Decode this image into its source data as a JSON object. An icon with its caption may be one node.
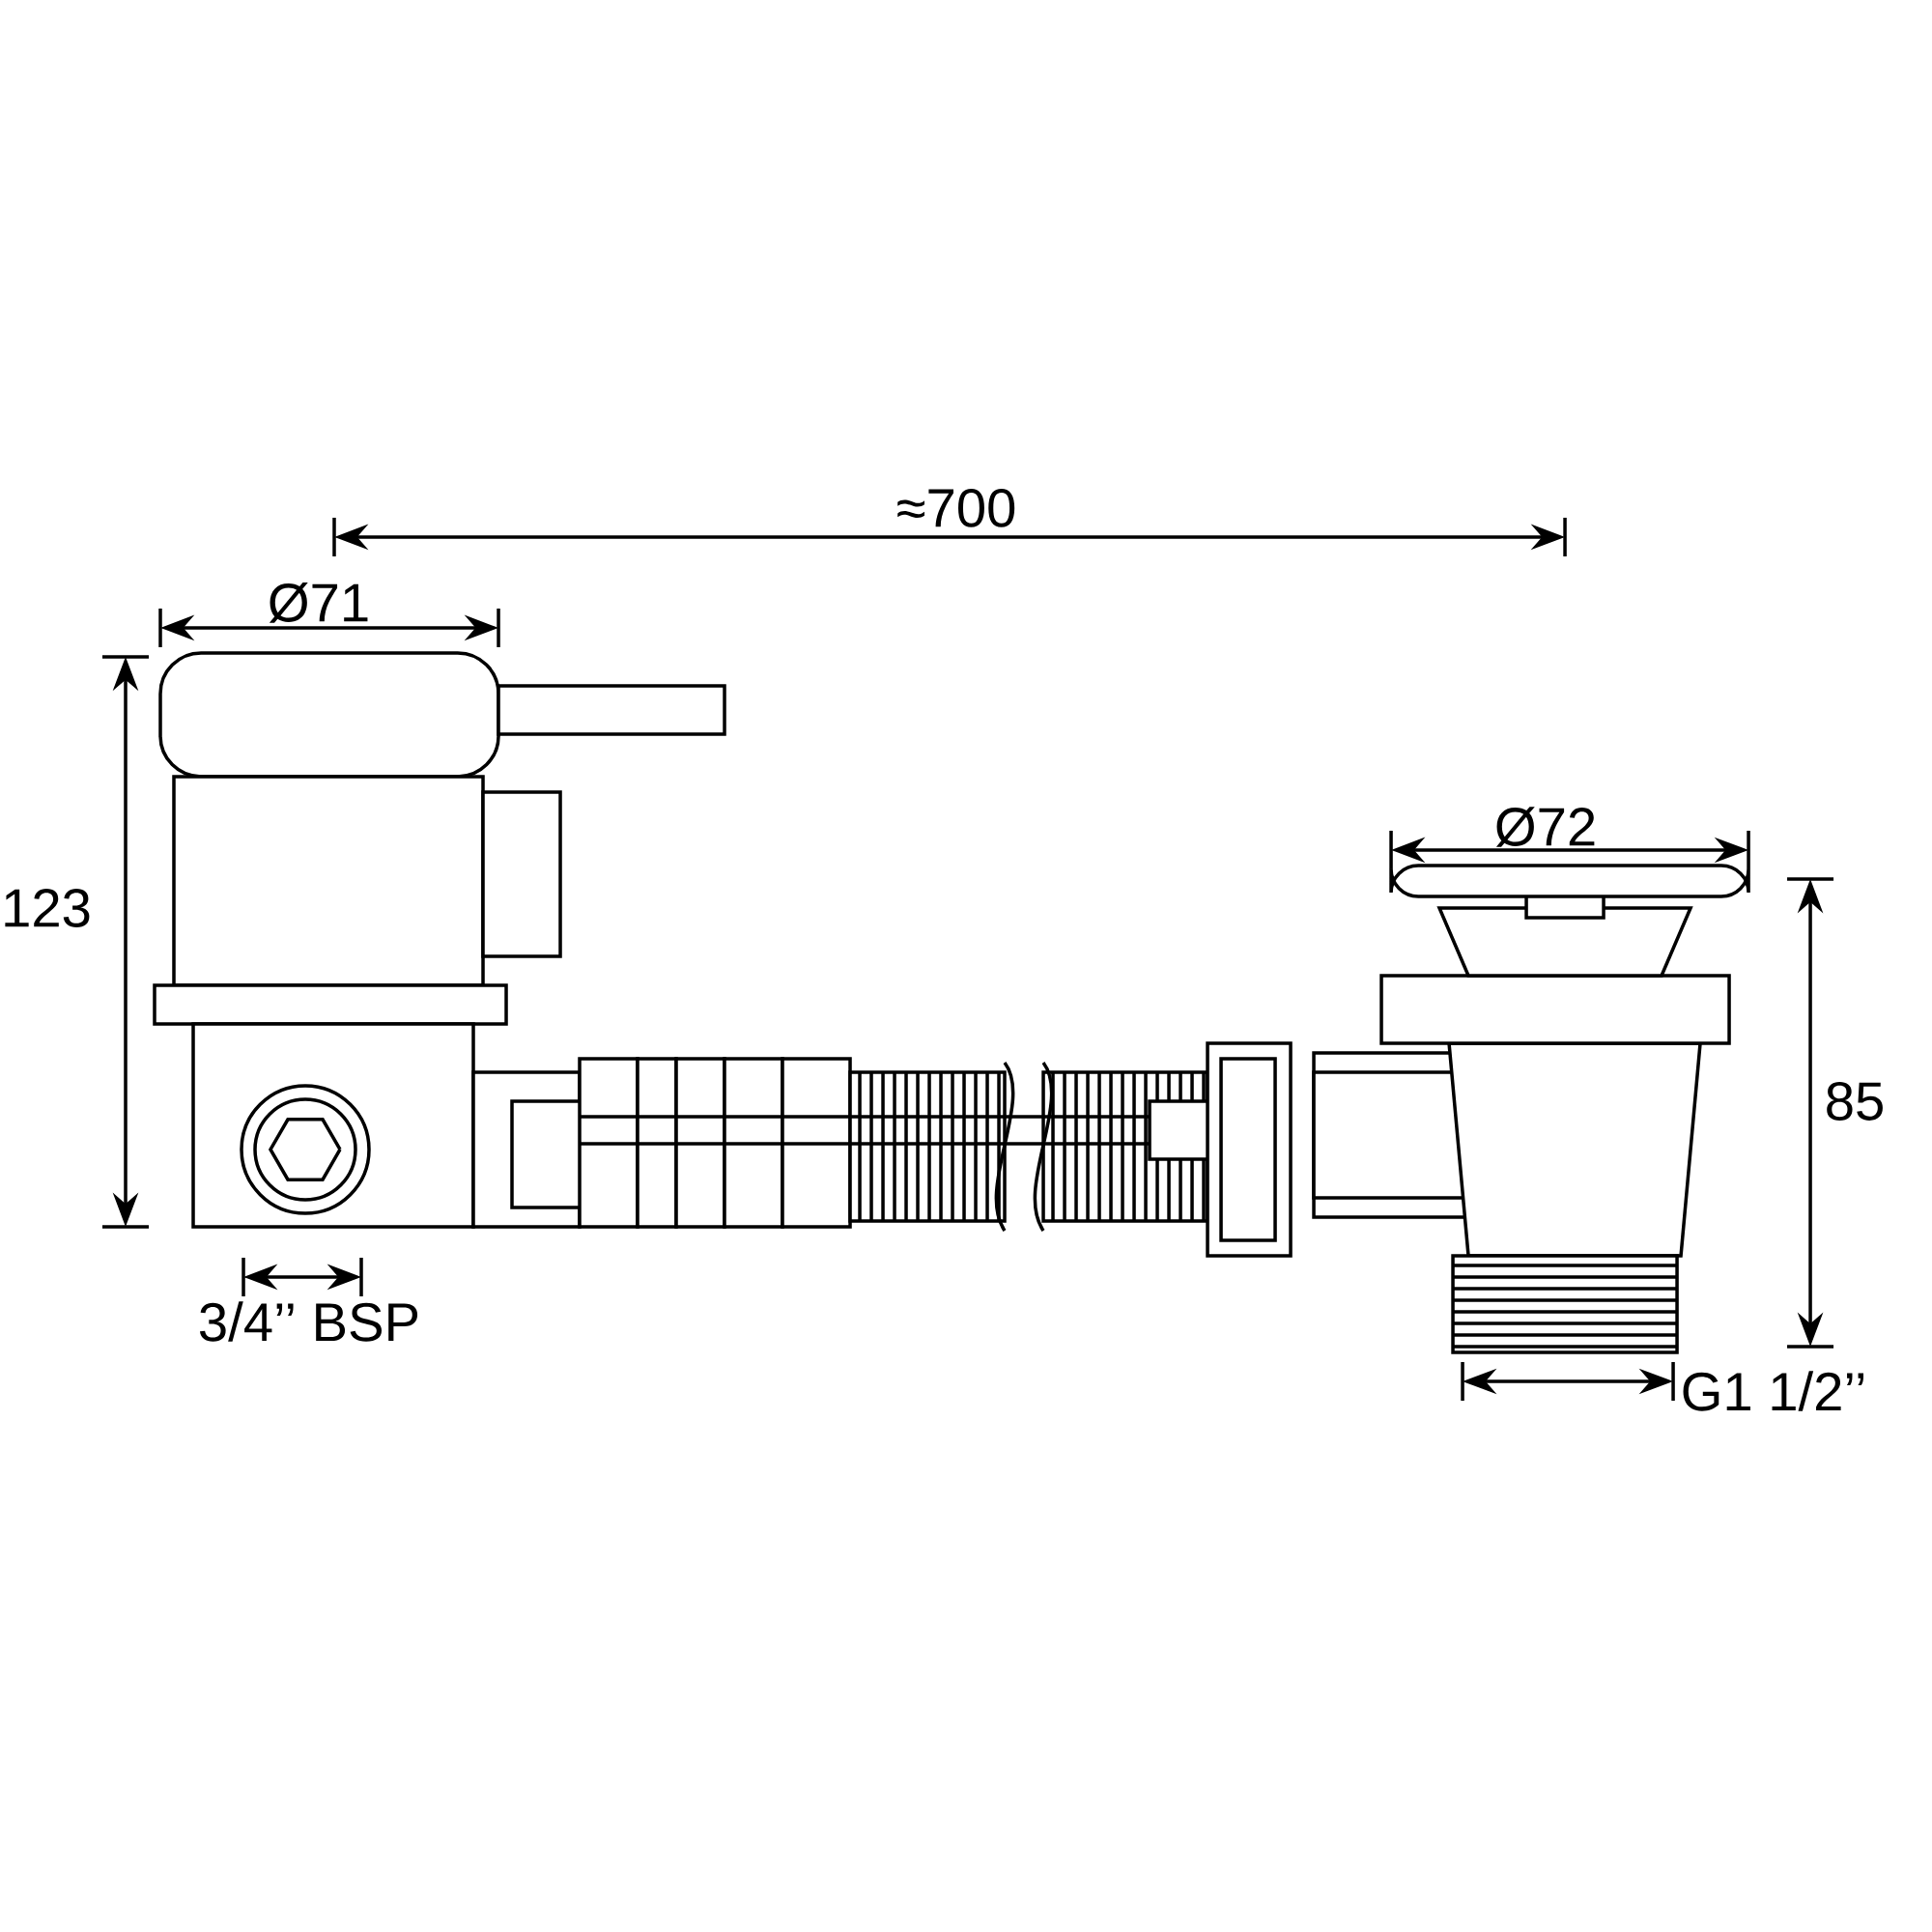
{
  "diagram": {
    "labels": [
      "≈700",
      "Ø71",
      "123",
      "Ø72",
      "85",
      "3/4’’ BSP",
      "G1 1/2’’"
    ]
  }
}
